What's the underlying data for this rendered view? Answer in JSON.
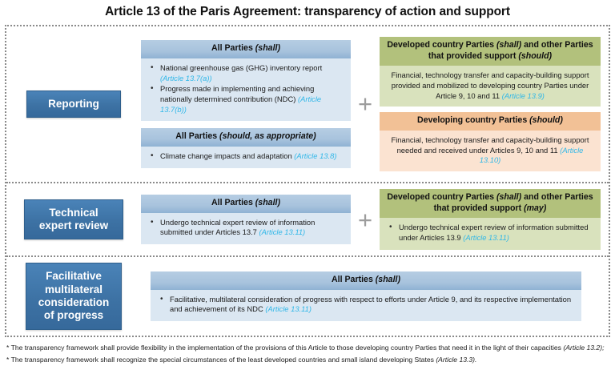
{
  "title": "Article 13 of the Paris Agreement: transparency of action and support",
  "colors": {
    "stage_blue": "#3d72a4",
    "card_blue_head": "#a8c3dd",
    "card_blue_body": "#dbe7f2",
    "card_green_head": "#b2c17c",
    "card_green_body": "#d9e2bd",
    "card_orange_head": "#f2c196",
    "card_orange_body": "#fbe3d1",
    "article_ref": "#2fb7e8",
    "frame_dotted": "#8a8a8a",
    "plus_connector": "#9d9d9d"
  },
  "connector": {
    "symbol": "+"
  },
  "rows": [
    {
      "stage": "Reporting",
      "left_cards": [
        {
          "head_main": "All Parties ",
          "head_italic": "(shall)",
          "style": "blue",
          "bullets": [
            {
              "text": "National greenhouse gas (GHG) inventory report ",
              "ref": "(Article 13.7(a))"
            },
            {
              "text": "Progress made in implementing and achieving nationally determined contribution (NDC) ",
              "ref": "(Article 13.7(b))"
            }
          ]
        },
        {
          "head_main": "All Parties ",
          "head_italic": "(should, as appropriate)",
          "style": "blue",
          "bullets": [
            {
              "text": "Climate change impacts and adaptation ",
              "ref": "(Article 13.8)"
            }
          ]
        }
      ],
      "right_cards": [
        {
          "head_main": "Developed country Parties ",
          "head_italic": "(shall)",
          "head_tail": " and other Parties that provided support ",
          "head_italic2": "(should)",
          "style": "green",
          "paragraph": "Financial, technology transfer and capacity-building support provided and mobilized to developing country Parties under Article 9, 10 and 11 ",
          "ref": "(Article 13.9)"
        },
        {
          "head_main": "Developing country Parties ",
          "head_italic": "(should)",
          "style": "orange",
          "paragraph": "Financial, technology transfer and capacity-building support needed and received under Articles 9, 10 and 11 ",
          "ref": "(Article 13.10)"
        }
      ]
    },
    {
      "stage": "Technical expert review",
      "left_cards": [
        {
          "head_main": "All Parties ",
          "head_italic": "(shall)",
          "style": "blue",
          "bullets": [
            {
              "text": "Undergo technical expert review of information submitted under Articles 13.7 ",
              "ref": "(Article 13.11)"
            }
          ]
        }
      ],
      "right_cards": [
        {
          "head_main": "Developed country Parties ",
          "head_italic": "(shall)",
          "head_tail": " and other Parties that provided support ",
          "head_italic2": "(may)",
          "style": "green",
          "bullets": [
            {
              "text": "Undergo technical expert review of information submitted under Articles 13.9 ",
              "ref": "(Article 13.11)"
            }
          ]
        }
      ]
    },
    {
      "stage": "Facilitative multilateral consideration of progress",
      "full_card": {
        "head_main": "All Parties ",
        "head_italic": "(shall)",
        "style": "blue",
        "bullets": [
          {
            "text": "Facilitative, multilateral consideration of progress with respect to efforts under Article 9, and its respective implementation and achievement of its NDC ",
            "ref": "(Article 13.11)"
          }
        ]
      }
    }
  ],
  "footnotes": [
    {
      "marker": "*",
      "text": "The transparency framework shall provide flexibility in the implementation of the provisions of this Article to those developing country Parties that need it in the light of their capacities ",
      "ref": "(Article 13.2);"
    },
    {
      "marker": "*",
      "text": "The transparency framework shall recognize the special circumstances of the least developed countries and small island developing States ",
      "ref": "(Article 13.3)."
    }
  ]
}
